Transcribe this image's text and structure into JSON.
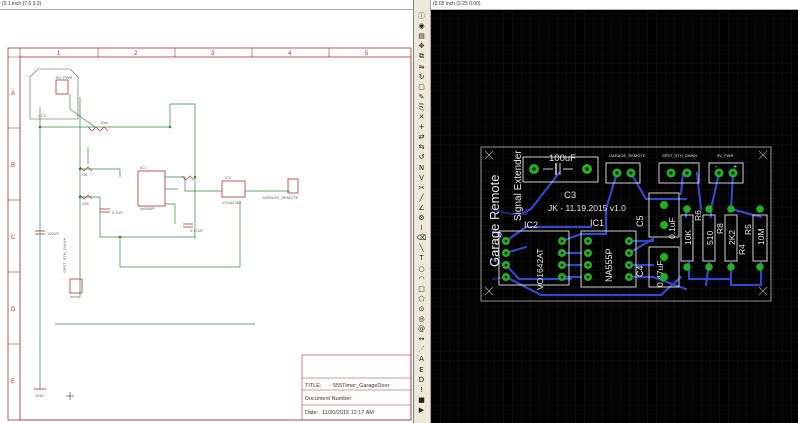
{
  "schematic": {
    "coord_readout": "(0.1 inch (7.0 3.2)",
    "column_labels": [
      "1",
      "2",
      "3",
      "4",
      "5"
    ],
    "row_labels": [
      "A",
      "B",
      "C",
      "D",
      "E"
    ],
    "parts": {
      "r10k": "10K",
      "r8": "R8",
      "r10m": "10M",
      "c3": "C3",
      "c3_value": "100UF",
      "c4": "C4",
      "c4_value": "0.47UF",
      "c5": "C5",
      "c5_value": "0.1UF",
      "ic1": "IC1",
      "ic1_value": "NA555P",
      "ic2": "IC2",
      "ic2_value": "VO1642AT",
      "con_power": "9V_PWR",
      "con_switch": "SPST_STH_DWNH",
      "con_remote": "GARAGE_REMOTE",
      "vcc": "VCC",
      "gnd": "GND"
    },
    "title_block": {
      "title_label": "TITLE:",
      "title_value": "555Timer_GarageDoor",
      "docnum_label": "Document Number:",
      "date_label": "Date:",
      "date_value": "11/20/2015 12:17 AM"
    }
  },
  "toolbar": {
    "icons": [
      "info-icon",
      "eye-icon",
      "layers-icon",
      "move-icon",
      "copy-icon",
      "mirror-icon",
      "rotate-icon",
      "group-icon",
      "change-icon",
      "paste-icon",
      "delete-icon",
      "add-icon",
      "pinswap-icon",
      "gateswap-icon",
      "replace-icon",
      "name-icon",
      "value-icon",
      "smash-icon",
      "split-icon",
      "miter-icon",
      "optimize-icon",
      "route-icon",
      "ripup-icon",
      "wire-icon",
      "text-icon",
      "circle-icon",
      "arc-icon",
      "rect-icon",
      "polygon-icon",
      "via-icon",
      "hole-icon",
      "attribute-icon",
      "dimension-icon",
      "ratsnest-icon",
      "auto-icon",
      "erc-icon",
      "drc-icon",
      "errors-icon",
      "stop-icon",
      "go-icon"
    ]
  },
  "board": {
    "coord_readout": "(0.05 inch (2.25 0.00)",
    "title_main": "Garage Remote",
    "title_sub": "Signal Extender",
    "version": "JK - 11.19.2015  v1.0",
    "labels": {
      "c3_value": "100uF",
      "c3": "C3",
      "c4_value": "0.47uF",
      "c4": "C4",
      "c5_value": "0.1uF",
      "c5": "C5",
      "ic1": "IC1",
      "ic1_value": "NA555P",
      "ic2": "IC2",
      "ic2_value": "VO1642AT",
      "r10k": "10K",
      "r6": "R6",
      "r510": "510",
      "r8": "R8",
      "r2k2": "2K2",
      "r4": "R4",
      "r5": "R5",
      "r10m": "10M",
      "con_remote": "GARAGE_REMOTE",
      "con_switch": "SPST_STH_DWNH",
      "con_power": "9V_PWR",
      "minus": "-",
      "plus": "+"
    },
    "colors": {
      "background": "#000000",
      "grid": "#2a2a2a",
      "top_copper": "#3348c8",
      "bottom_copper": "#2535a0",
      "pads": "#22b022",
      "silkscreen": "#e8e8e8",
      "outline": "#bbbbbb"
    }
  }
}
